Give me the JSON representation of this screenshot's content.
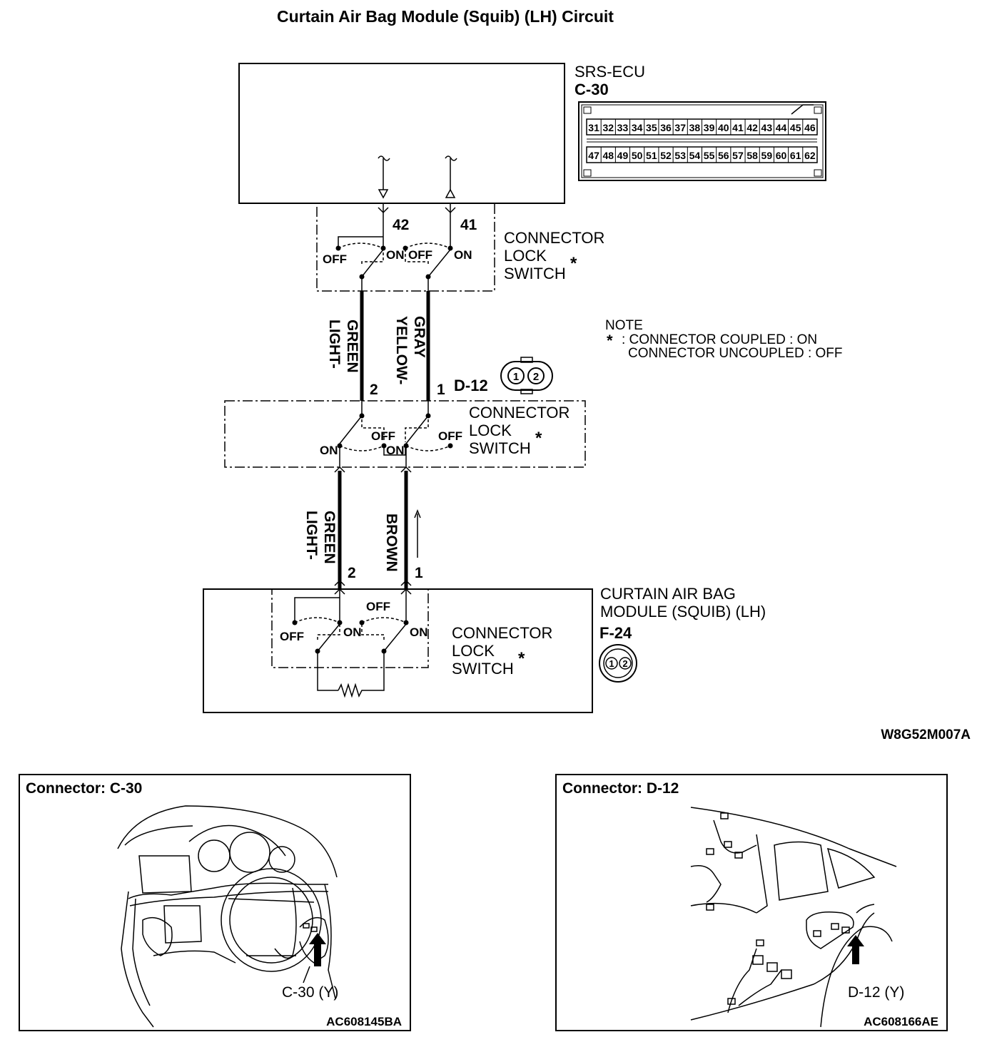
{
  "title": "Curtain Air Bag Module (Squib) (LH) Circuit",
  "ecu": {
    "name": "SRS-ECU",
    "connector": "C-30",
    "pins_top": [
      "31",
      "32",
      "33",
      "34",
      "35",
      "36",
      "37",
      "38",
      "39",
      "40",
      "41",
      "42",
      "43",
      "44",
      "45",
      "46"
    ],
    "pins_bottom": [
      "47",
      "48",
      "49",
      "50",
      "51",
      "52",
      "53",
      "54",
      "55",
      "56",
      "57",
      "58",
      "59",
      "60",
      "61",
      "62"
    ],
    "pin_a": "42",
    "pin_b": "41"
  },
  "switch_label": [
    "CONNECTOR",
    "LOCK",
    "SWITCH"
  ],
  "switch_states": {
    "off": "OFF",
    "on": "ON"
  },
  "asterisk": "*",
  "note": {
    "heading": "NOTE",
    "line1": ": CONNECTOR COUPLED : ON",
    "line2": "CONNECTOR UNCOUPLED : OFF"
  },
  "wires_upper": {
    "left_line1": "LIGHT-",
    "left_line2": "GREEN",
    "right_line1": "YELLOW-",
    "right_line2": "GRAY"
  },
  "wires_lower": {
    "left_line1": "LIGHT-",
    "left_line2": "GREEN",
    "right": "BROWN"
  },
  "d12": {
    "connector": "D-12",
    "pin_left": "2",
    "pin_right": "1",
    "face": [
      "1",
      "2"
    ]
  },
  "module": {
    "name_line1": "CURTAIN AIR BAG",
    "name_line2": "MODULE (SQUIB) (LH)",
    "connector": "F-24",
    "pin_left": "2",
    "pin_right": "1",
    "face": [
      "1",
      "2"
    ]
  },
  "diagram_code": "W8G52M007A",
  "loc_c30": {
    "heading": "Connector: C-30",
    "callout": "C-30 (Y)",
    "code": "AC608145BA"
  },
  "loc_d12": {
    "heading": "Connector: D-12",
    "callout": "D-12 (Y)",
    "code": "AC608166AE"
  }
}
